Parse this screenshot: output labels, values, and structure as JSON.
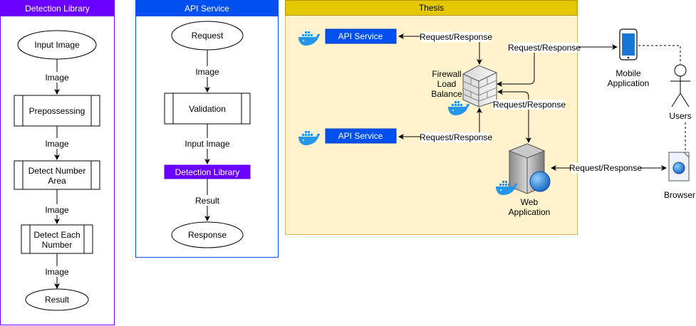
{
  "detection_library": {
    "title": "Detection Library",
    "nodes": {
      "input_image": "Input Image",
      "prepossessing": "Prepossessing",
      "detect_area_l1": "Detect Number",
      "detect_area_l2": "Area",
      "detect_each_l1": "Detect Each",
      "detect_each_l2": "Number",
      "result": "Result"
    },
    "edges": {
      "e1": "Image",
      "e2": "Image",
      "e3": "Image",
      "e4": "Image"
    }
  },
  "api_service": {
    "title": "API Service",
    "nodes": {
      "request": "Request",
      "validation": "Validation",
      "detection_library": "Detection Library",
      "response": "Response"
    },
    "edges": {
      "e1": "Image",
      "e2": "Input Image",
      "e3": "Result"
    }
  },
  "thesis": {
    "title": "Thesis",
    "api_service_1": "API Service",
    "api_service_2": "API Service",
    "firewall_l1": "Firewall",
    "firewall_l2": "Load",
    "firewall_l3": "Balance",
    "web_app_l1": "Web",
    "web_app_l2": "Application",
    "edges": {
      "api1": "Request/Response",
      "api2": "Request/Response",
      "web": "Request/Response"
    }
  },
  "external": {
    "mobile_l1": "Mobile",
    "mobile_l2": "Application",
    "users": "Users",
    "browser": "Browser",
    "edges": {
      "mobile": "Request/Response",
      "browser": "Request/Response"
    }
  },
  "colors": {
    "purple": "#6a00ff",
    "blue": "#0050ef",
    "gold": "#e3c800",
    "thesis_bg": "#fff2cc",
    "thesis_border": "#d6b656",
    "docker": "#2496ed"
  },
  "icons": [
    "docker-icon",
    "firewall-icon",
    "server-icon",
    "phone-icon",
    "user-icon",
    "browser-icon"
  ]
}
